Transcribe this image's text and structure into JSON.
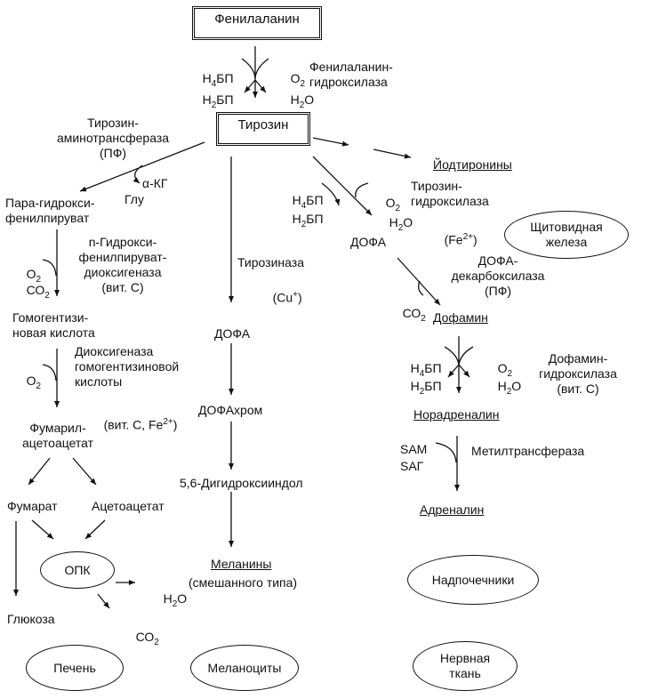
{
  "nodes": {
    "phenylalanine": "Фенилаланин",
    "tyrosine": "Тирозин",
    "para_hppa": "Пара-гидрокси-\nфенилпируват",
    "homogentisic": "Гомогентизи-\nновая кислота",
    "fumarylacetoacetate": "Фумарил-\nацетоацетат",
    "fumarate": "Фумарат",
    "acetoacetate": "Ацетоацетат",
    "tca": "ОПК",
    "glucose": "Глюкоза",
    "dopa_mid": "ДОФА",
    "dopachrome": "ДОФАхром",
    "dihydroxyindole": "5,6-Дигидроксииндол",
    "melanins": "Меланины",
    "melanins_type": "(смешанного типа)",
    "iodothyronines": "Йодтиронины",
    "dopa_right": "ДОФА",
    "dopamine": "Дофамин",
    "noradrenaline": "Норадреналин",
    "adrenaline": "Адреналин"
  },
  "enzymes": {
    "phe_hydroxylase": "Фенилаланин-\nгидроксилаза",
    "tyr_aminotransferase": "Тирозин-\nаминотрансфераза\n(ПФ)",
    "hppa_dioxygenase": "n-Гидрокси-\nфенилпируват-\nдиоксигеназа\n(вит. С)",
    "hga_dioxygenase": "Диоксигеназа\nгомогентизиновой\nкислоты",
    "hga_cofactors": "(вит. С, Fe",
    "tyrosinase": "Тирозиназа",
    "tyrosinase_cofactor": "(Cu",
    "tyr_hydroxylase": "Тирозин-\nгидроксилаза",
    "tyr_hydroxylase_cofactor": "(Fe",
    "dopa_decarboxylase": "ДОФА-\nдекарбоксилаза\n(ПФ)",
    "dopamine_hydroxylase": "Дофамин-\nгидроксилаза\n(вит. С)",
    "methyltransferase": "Метилтрансфераза"
  },
  "cofactors": {
    "h4bp": "Н",
    "h2bp": "Н",
    "bp_suffix": "БП",
    "o2": "О",
    "h2o_h": "Н",
    "h2o_o": "О",
    "co2_c": "СО",
    "akg": "α-КГ",
    "glu": "Глу",
    "sam": "SAM",
    "sag": "SAГ",
    "sub2": "2",
    "sub4": "4",
    "sup_2plus": "2+",
    "sup_plus": "+",
    "close_paren": ")"
  },
  "tissues": {
    "thyroid": "Щитовидная\nжелеза",
    "adrenal": "Надпочечники",
    "liver": "Печень",
    "melanocytes": "Меланоциты",
    "nervous": "Нервная\nткань"
  }
}
